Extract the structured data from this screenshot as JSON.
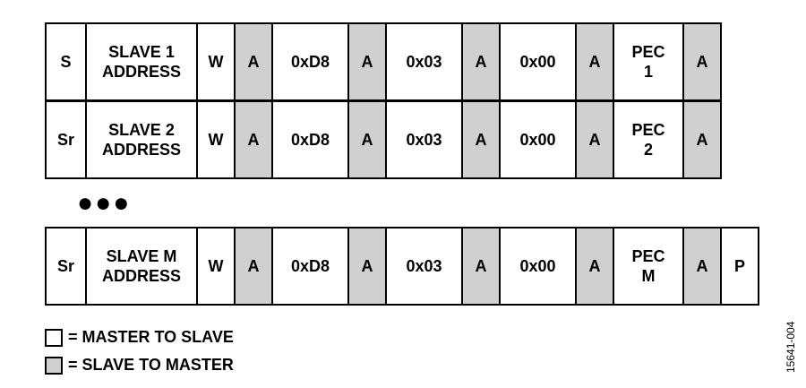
{
  "rows": [
    {
      "cells": [
        {
          "text": "S",
          "shaded": false
        },
        {
          "text": "SLAVE 1\nADDRESS",
          "shaded": false
        },
        {
          "text": "W",
          "shaded": false
        },
        {
          "text": "A",
          "shaded": true
        },
        {
          "text": "0xD8",
          "shaded": false
        },
        {
          "text": "A",
          "shaded": true
        },
        {
          "text": "0x03",
          "shaded": false
        },
        {
          "text": "A",
          "shaded": true
        },
        {
          "text": "0x00",
          "shaded": false
        },
        {
          "text": "A",
          "shaded": true
        },
        {
          "text": "PEC\n1",
          "shaded": false
        },
        {
          "text": "A",
          "shaded": true
        }
      ]
    },
    {
      "cells": [
        {
          "text": "Sr",
          "shaded": false
        },
        {
          "text": "SLAVE 2\nADDRESS",
          "shaded": false
        },
        {
          "text": "W",
          "shaded": false
        },
        {
          "text": "A",
          "shaded": true
        },
        {
          "text": "0xD8",
          "shaded": false
        },
        {
          "text": "A",
          "shaded": true
        },
        {
          "text": "0x03",
          "shaded": false
        },
        {
          "text": "A",
          "shaded": true
        },
        {
          "text": "0x00",
          "shaded": false
        },
        {
          "text": "A",
          "shaded": true
        },
        {
          "text": "PEC\n2",
          "shaded": false
        },
        {
          "text": "A",
          "shaded": true
        }
      ]
    },
    {
      "cells": [
        {
          "text": "Sr",
          "shaded": false
        },
        {
          "text": "SLAVE M\nADDRESS",
          "shaded": false
        },
        {
          "text": "W",
          "shaded": false
        },
        {
          "text": "A",
          "shaded": true
        },
        {
          "text": "0xD8",
          "shaded": false
        },
        {
          "text": "A",
          "shaded": true
        },
        {
          "text": "0x03",
          "shaded": false
        },
        {
          "text": "A",
          "shaded": true
        },
        {
          "text": "0x00",
          "shaded": false
        },
        {
          "text": "A",
          "shaded": true
        },
        {
          "text": "PEC\nM",
          "shaded": false
        },
        {
          "text": "A",
          "shaded": true
        },
        {
          "text": "P",
          "shaded": false
        }
      ]
    }
  ],
  "ellipsis": "●●●",
  "legend": {
    "master_to_slave": "= MASTER TO SLAVE",
    "slave_to_master": "= SLAVE TO MASTER"
  },
  "colors": {
    "shaded": "#d0d0d0",
    "unshaded": "#ffffff",
    "border": "#000000"
  },
  "figure_id": "15641-004"
}
